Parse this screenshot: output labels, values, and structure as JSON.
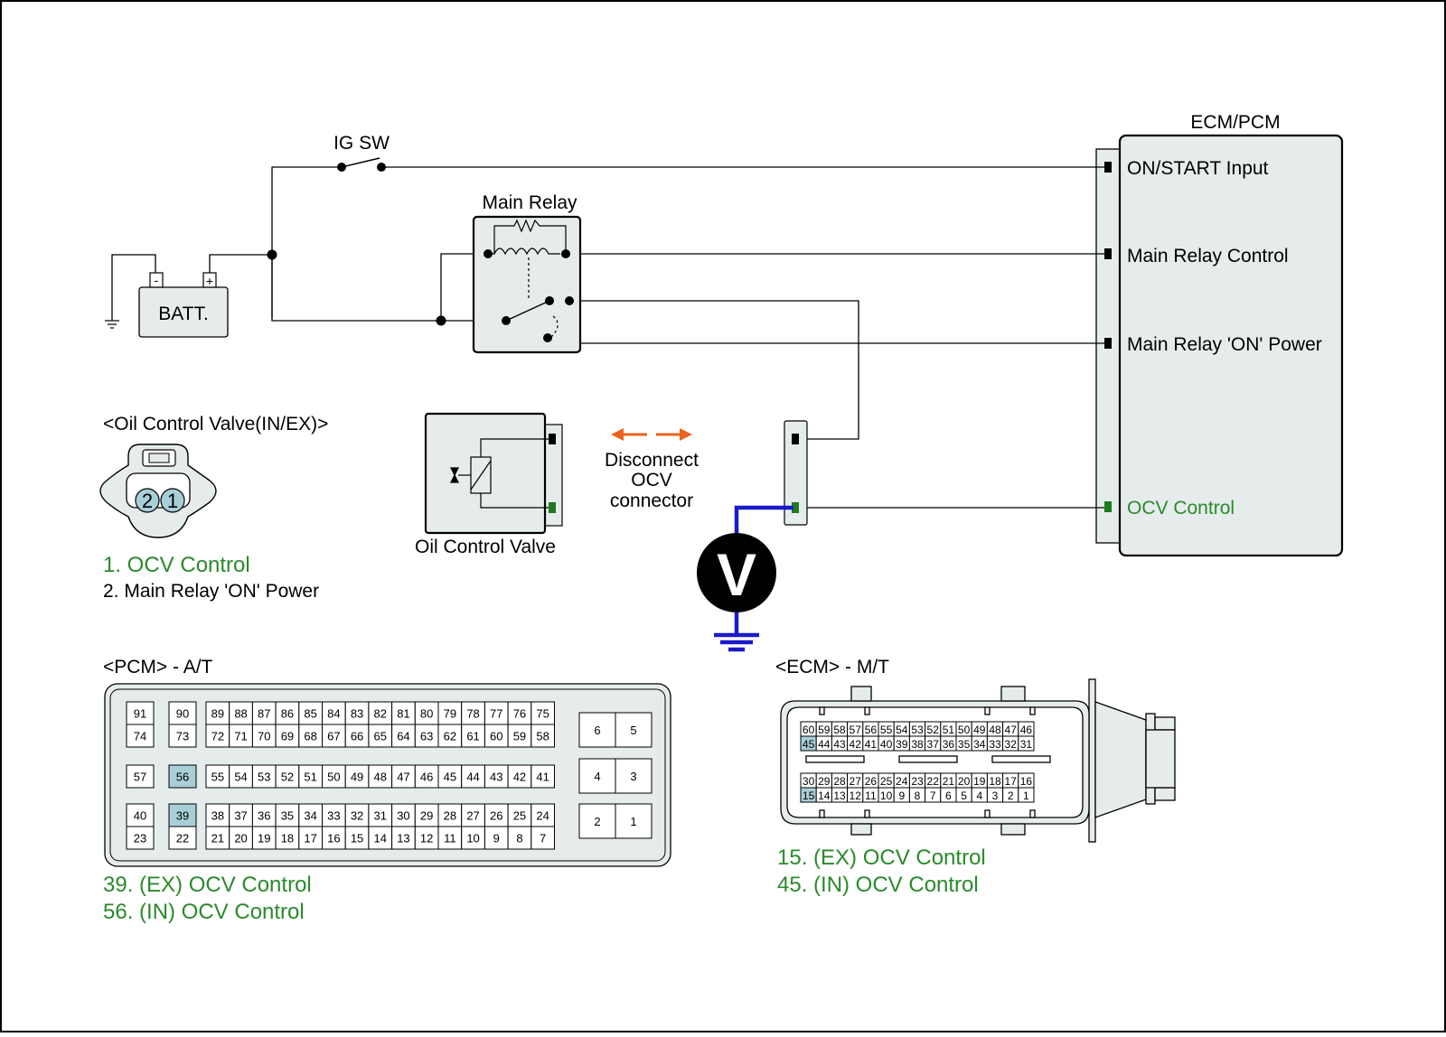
{
  "labels": {
    "ig_sw": "IG SW",
    "main_relay": "Main Relay",
    "batt": "BATT.",
    "ecm_pcm": "ECM/PCM",
    "on_start_input": "ON/START Input",
    "main_relay_control": "Main Relay Control",
    "main_relay_on_power": "Main Relay 'ON' Power",
    "ocv_control": "OCV Control",
    "ocv_connector_title": "<Oil Control Valve(IN/EX)>",
    "oil_control_valve": "Oil Control Valve",
    "disconnect_1": "Disconnect",
    "disconnect_2": "OCV",
    "disconnect_3": "connector",
    "voltmeter": "V",
    "batt_minus": "-",
    "batt_plus": "+"
  },
  "ocv_connector": {
    "pins": [
      "2",
      "1"
    ],
    "legend": [
      "1. OCV Control",
      "2. Main Relay 'ON' Power"
    ]
  },
  "pcm": {
    "title": "<PCM> - A/T",
    "block1": [
      [
        "91"
      ],
      [
        "74"
      ],
      [
        "57"
      ],
      [
        "40"
      ],
      [
        "23"
      ]
    ],
    "block2": [
      [
        "90"
      ],
      [
        "73"
      ],
      [
        "56"
      ],
      [
        "39"
      ],
      [
        "22"
      ]
    ],
    "main_rows": [
      [
        "89",
        "88",
        "87",
        "86",
        "85",
        "84",
        "83",
        "82",
        "81",
        "80",
        "79",
        "78",
        "77",
        "76",
        "75"
      ],
      [
        "72",
        "71",
        "70",
        "69",
        "68",
        "67",
        "66",
        "65",
        "64",
        "63",
        "62",
        "61",
        "60",
        "59",
        "58"
      ],
      [
        "55",
        "54",
        "53",
        "52",
        "51",
        "50",
        "49",
        "48",
        "47",
        "46",
        "45",
        "44",
        "43",
        "42",
        "41"
      ],
      [
        "38",
        "37",
        "36",
        "35",
        "34",
        "33",
        "32",
        "31",
        "30",
        "29",
        "28",
        "27",
        "26",
        "25",
        "24"
      ],
      [
        "21",
        "20",
        "19",
        "18",
        "17",
        "16",
        "15",
        "14",
        "13",
        "12",
        "11",
        "10",
        "9",
        "8",
        "7"
      ]
    ],
    "right_pairs": [
      [
        "6",
        "5"
      ],
      [
        "4",
        "3"
      ],
      [
        "2",
        "1"
      ]
    ],
    "highlight": [
      "56",
      "39"
    ],
    "legend": [
      "39. (EX) OCV Control",
      "56. (IN) OCV Control"
    ]
  },
  "ecm": {
    "title": "<ECM> - M/T",
    "rows": [
      [
        "60",
        "59",
        "58",
        "57",
        "56",
        "55",
        "54",
        "53",
        "52",
        "51",
        "50",
        "49",
        "48",
        "47",
        "46"
      ],
      [
        "45",
        "44",
        "43",
        "42",
        "41",
        "40",
        "39",
        "38",
        "37",
        "36",
        "35",
        "34",
        "33",
        "32",
        "31"
      ],
      [
        "30",
        "29",
        "28",
        "27",
        "26",
        "25",
        "24",
        "23",
        "22",
        "21",
        "20",
        "19",
        "18",
        "17",
        "16"
      ],
      [
        "15",
        "14",
        "13",
        "12",
        "11",
        "10",
        "9",
        "8",
        "7",
        "6",
        "5",
        "4",
        "3",
        "2",
        "1"
      ]
    ],
    "highlight": [
      "45",
      "15"
    ],
    "legend": [
      "15. (EX) OCV Control",
      "45. (IN) OCV Control"
    ]
  },
  "colors": {
    "panel": "#e6ecec",
    "highlight": "#a8cfd8",
    "green": "#2a8a2a",
    "blue": "#1a1acc",
    "orange": "#e8641e",
    "green_pin": "#1e7a1e"
  }
}
